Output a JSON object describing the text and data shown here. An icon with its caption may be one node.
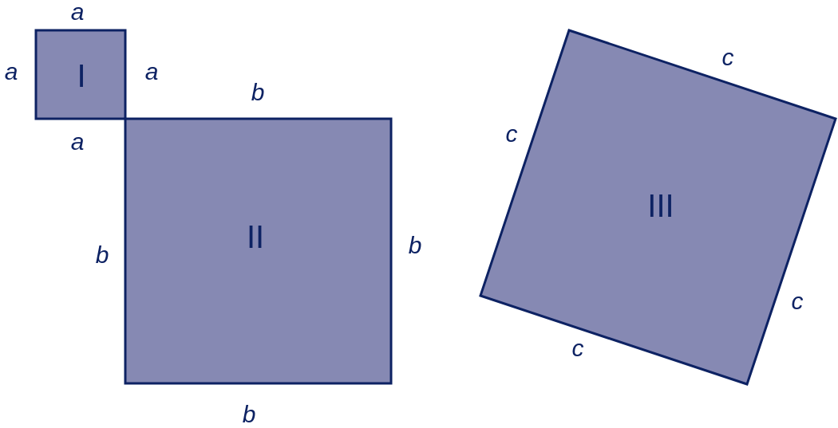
{
  "diagram": {
    "nodes": [
      {
        "text": [
          "I"
        ]
      },
      {
        "text": [
          "II"
        ]
      },
      {
        "text": [
          "III"
        ]
      }
    ],
    "labels": [
      "a",
      "c",
      "a",
      "a",
      "b",
      "c",
      "a",
      "b",
      "b",
      "c",
      "c",
      "b"
    ]
  }
}
